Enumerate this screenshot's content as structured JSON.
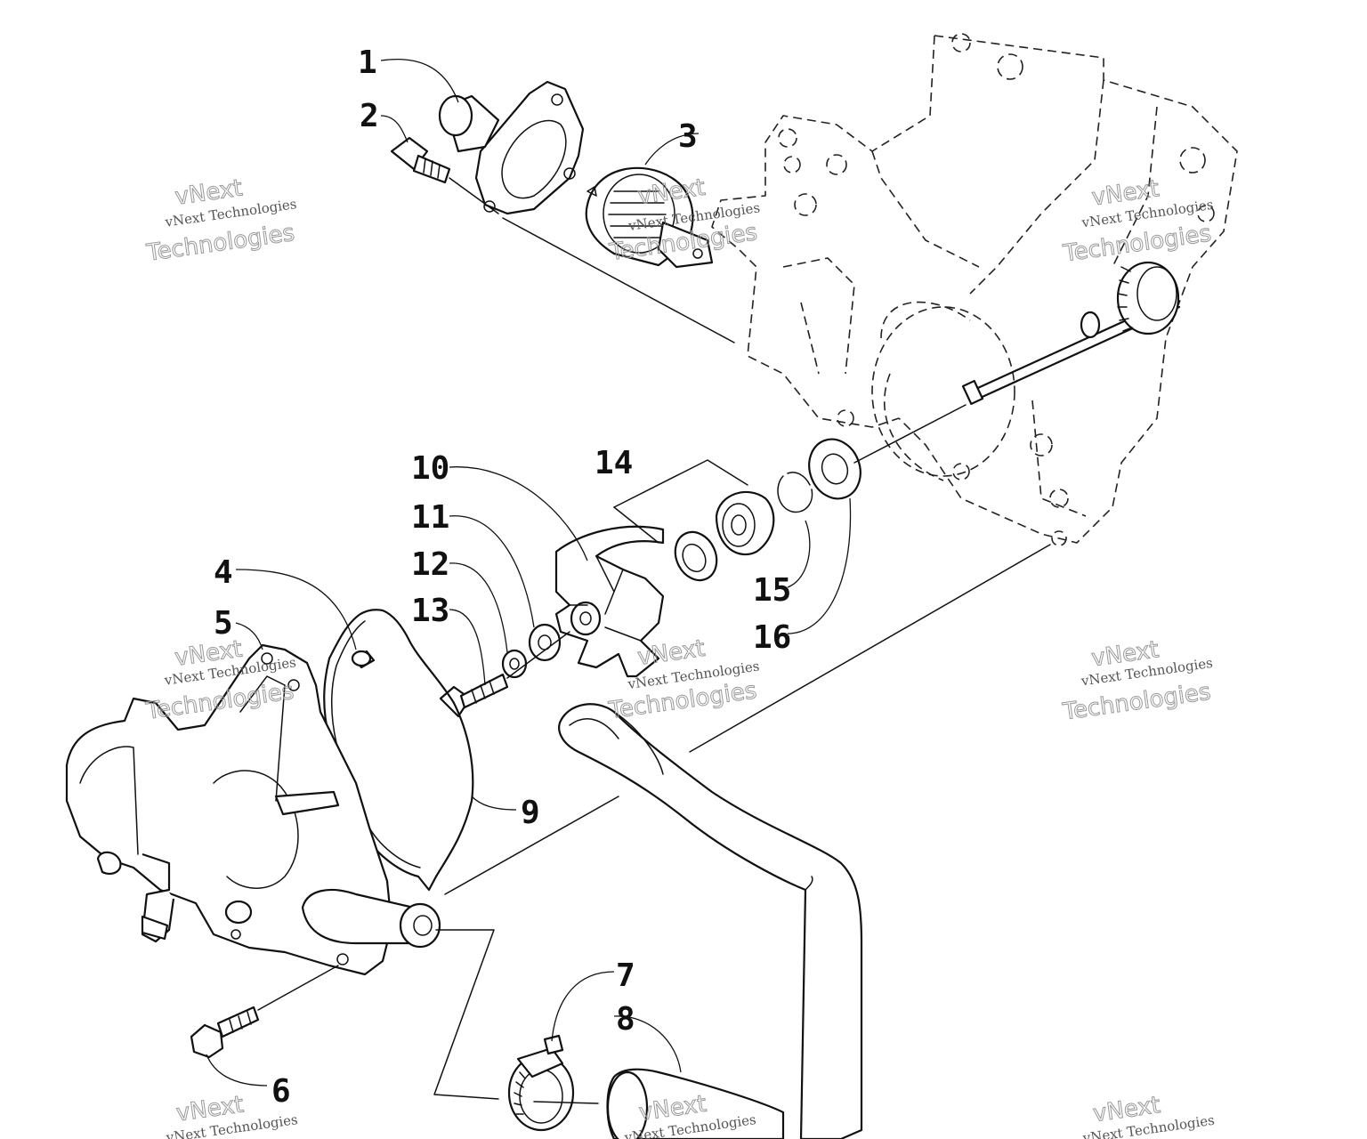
{
  "watermark": {
    "company_line": "vNext Technologies",
    "brand_line_1": "vNext",
    "brand_line_2": "Technologies"
  },
  "callouts": [
    {
      "id": "1",
      "part": "thermostat-housing"
    },
    {
      "id": "2",
      "part": "housing-bolt"
    },
    {
      "id": "3",
      "part": "thermostat"
    },
    {
      "id": "4",
      "part": "dowel-pin"
    },
    {
      "id": "5",
      "part": "water-pump-cover"
    },
    {
      "id": "6",
      "part": "cover-bolt"
    },
    {
      "id": "7",
      "part": "hose-clamp"
    },
    {
      "id": "8",
      "part": "coolant-hose"
    },
    {
      "id": "9",
      "part": "o-ring-gasket"
    },
    {
      "id": "10",
      "part": "impeller"
    },
    {
      "id": "11",
      "part": "washer"
    },
    {
      "id": "12",
      "part": "lock-washer"
    },
    {
      "id": "13",
      "part": "impeller-bolt"
    },
    {
      "id": "14",
      "part": "mechanical-seal-assembly"
    },
    {
      "id": "15",
      "part": "snap-ring"
    },
    {
      "id": "16",
      "part": "oil-seal"
    }
  ]
}
